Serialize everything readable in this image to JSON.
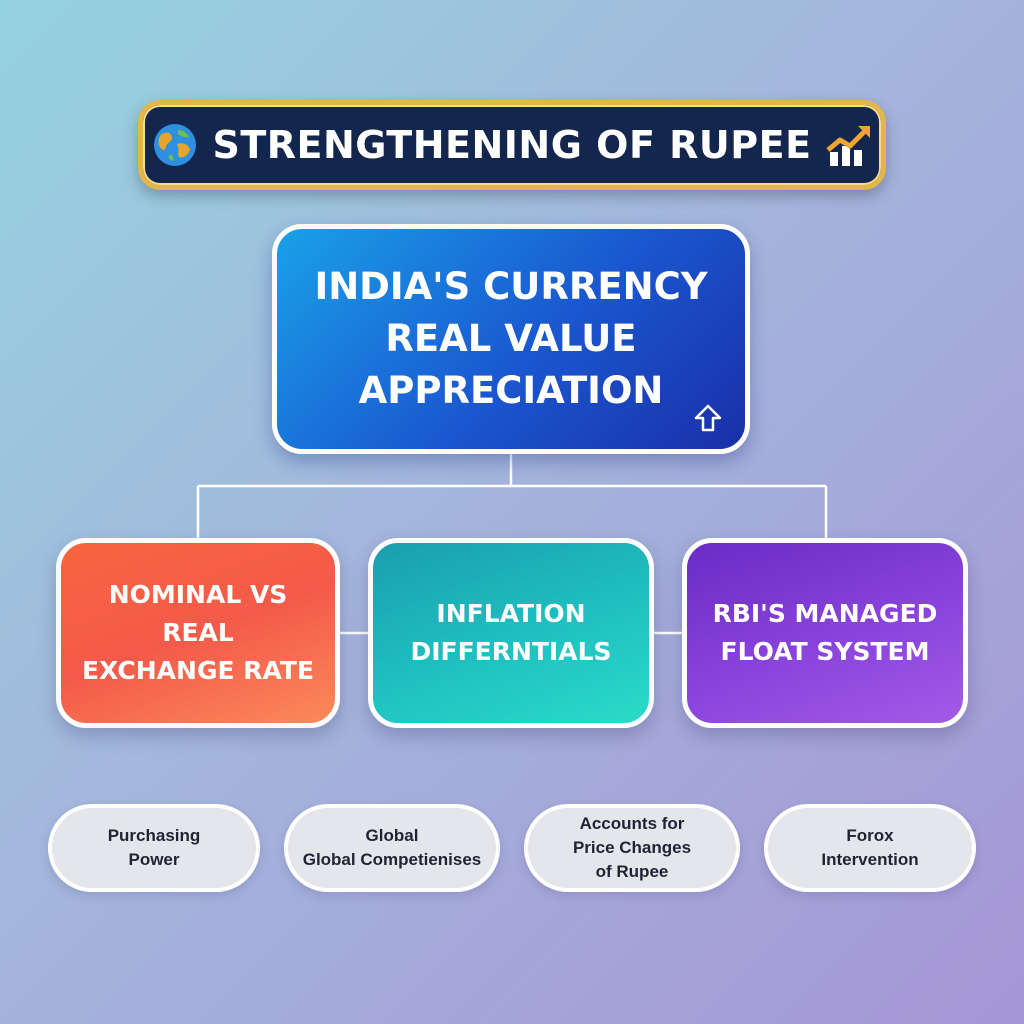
{
  "title": {
    "text": "STRENGTHENING OF RUPEE"
  },
  "icons": {
    "left": "globe-icon",
    "right": "chart-up-icon",
    "main": "up-arrow-icon"
  },
  "main_node": {
    "lines": [
      "INDIA'S CURRENCY",
      "REAL VALUE",
      "APPRECIATION"
    ]
  },
  "sub_nodes": [
    {
      "lines": [
        "NOMINAL VS REAL",
        "EXCHANGE RATE"
      ],
      "color": "#f45a4a"
    },
    {
      "lines": [
        "INFLATION",
        "DIFFERNTIALS"
      ],
      "color": "#1fc1c1"
    },
    {
      "lines": [
        "RBI'S MANAGED",
        "FLOAT SYSTEM"
      ],
      "color": "#8a44dc"
    }
  ],
  "pills": [
    {
      "lines": [
        "Purchasing",
        "Power"
      ]
    },
    {
      "lines": [
        "Global",
        "Global Competienises"
      ]
    },
    {
      "lines": [
        "Accounts for",
        "Price Changes",
        "of Rupee"
      ]
    },
    {
      "lines": [
        "Forox",
        "Intervention"
      ]
    }
  ],
  "colors": {
    "banner_bg": "#13264d",
    "banner_border": "#e2b64a",
    "main_box": "#1a57d0"
  }
}
